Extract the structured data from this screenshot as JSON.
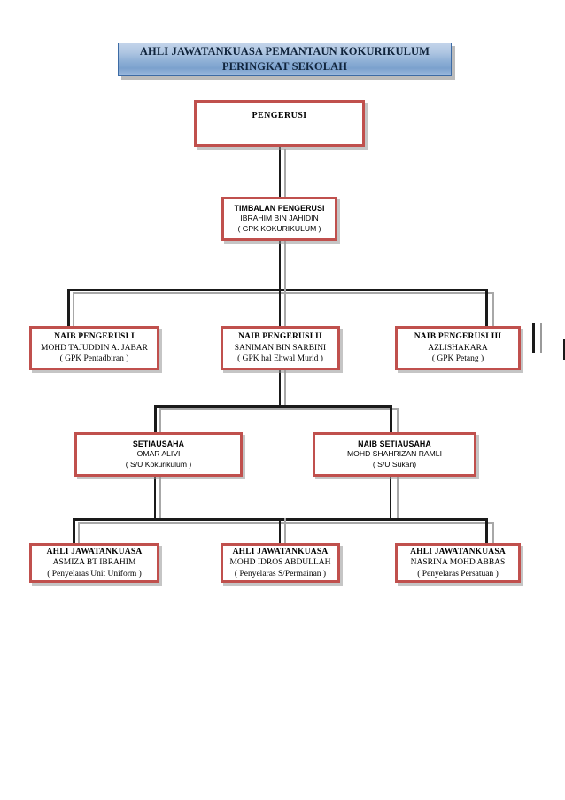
{
  "header": {
    "line1": "AHLI JAWATANKUASA  PEMANTAUN KOKURIKULUM",
    "line2": "PERINGKAT SEKOLAH"
  },
  "colors": {
    "node_border": "#C0504D",
    "banner_border": "#3D6BA5",
    "banner_fill": "#8FB0D6",
    "connector": "#1A1A1A",
    "connector_shadow": "#A8A8A8",
    "page_background": "#FFFFFF",
    "text": "#000000"
  },
  "nodes": {
    "pengerusi": {
      "title": "PENGERUSI",
      "name": "",
      "role": ""
    },
    "timbalan_pengerusi": {
      "title": "TIMBALAN PENGERUSI",
      "name": "IBRAHIM BIN JAHIDIN",
      "role": "( GPK KOKURIKULUM )"
    },
    "naib_pengerusi_1": {
      "title": "NAIB PENGERUSI I",
      "name": "MOHD TAJUDDIN A. JABAR",
      "role": "( GPK Pentadbiran )"
    },
    "naib_pengerusi_2": {
      "title": "NAIB PENGERUSI II",
      "name": "SANIMAN BIN SARBINI",
      "role": "( GPK hal Ehwal Murid )"
    },
    "naib_pengerusi_3": {
      "title": "NAIB PENGERUSI III",
      "name": "AZLISHAKARA",
      "role": "( GPK Petang )"
    },
    "setiausaha": {
      "title": "SETIAUSAHA",
      "name": "OMAR ALIVI",
      "role": "( S/U Kokurikulum )"
    },
    "naib_setiausaha": {
      "title": "NAIB SETIAUSAHA",
      "name": "MOHD SHAHRIZAN RAMLI",
      "role": "( S/U Sukan)"
    },
    "ahli_1": {
      "title": "AHLI JAWATANKUASA",
      "name": "ASMIZA BT IBRAHIM",
      "role": "( Penyelaras Unit Uniform )"
    },
    "ahli_2": {
      "title": "AHLI JAWATANKUASA",
      "name": "MOHD IDROS ABDULLAH",
      "role": "( Penyelaras S/Permainan )"
    },
    "ahli_3": {
      "title": "AHLI JAWATANKUASA",
      "name": "NASRINA MOHD ABBAS",
      "role": "( Penyelaras Persatuan )"
    }
  }
}
